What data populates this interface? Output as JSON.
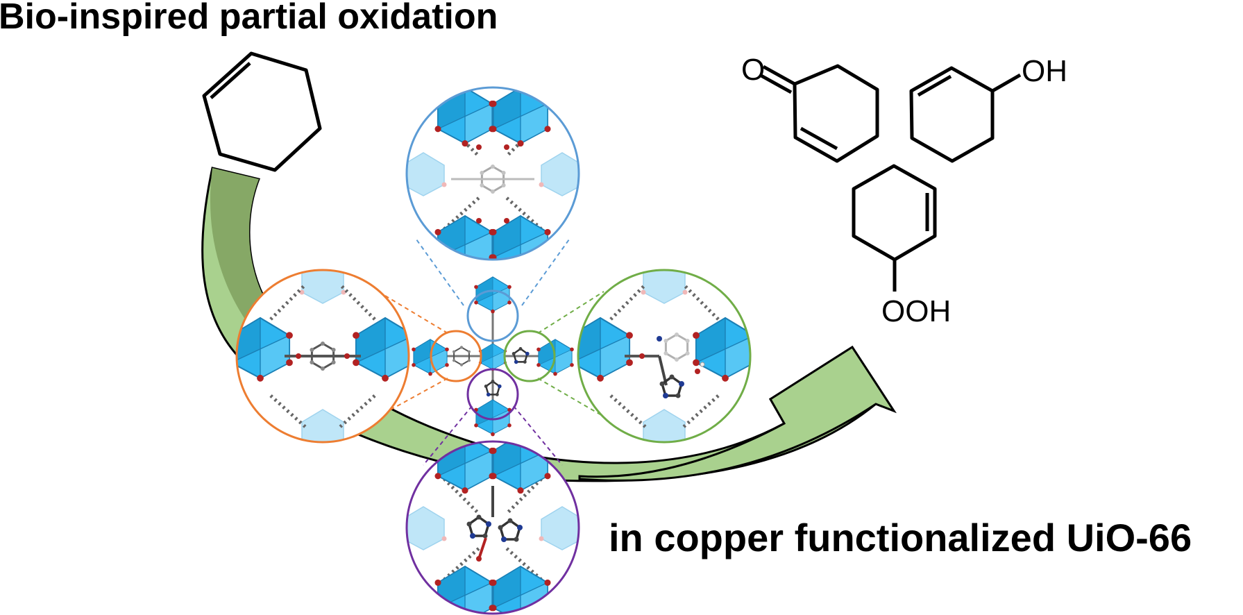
{
  "headline": "Bio-inspired partial oxidation",
  "subline": "in copper functionalized UiO-66",
  "molecules": {
    "ketone_label": "O",
    "alcohol_label": "OH",
    "hydroperoxide_label": "OOH"
  },
  "colors": {
    "arrow_fill": "#a9d18e",
    "arrow_dark": "#86a866",
    "node_blue": "#2fb6f0",
    "node_light": "#bfe6f8",
    "ring_blue": "#5b9bd5",
    "ring_orange": "#ed7d31",
    "ring_green": "#70ad47",
    "ring_purple": "#7030a0",
    "oxygen": "#b22222",
    "nitrogen": "#1f3a93"
  }
}
